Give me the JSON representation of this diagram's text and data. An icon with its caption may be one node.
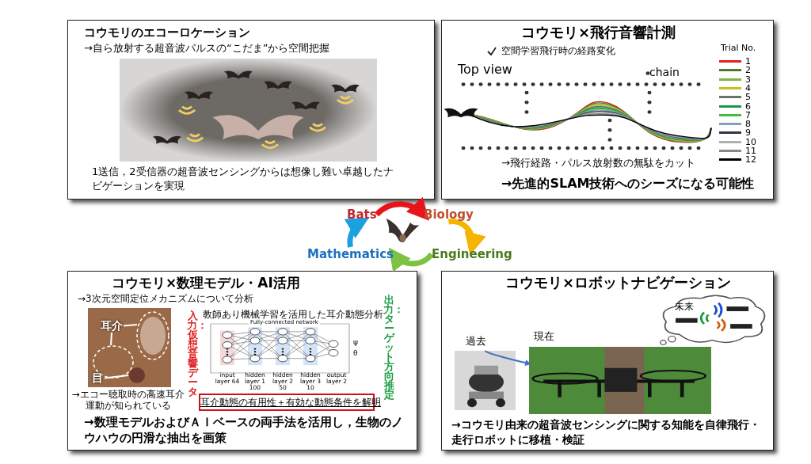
{
  "diagram": {
    "nodes": [
      {
        "text": [
          "コウモリのエコーロケーション",
          "→自ら放射する超音波パルスの“こだま”から空間把握",
          "1送信，2受信器の超音波センシングからは想像し難い卓越したナビゲーションを実現"
        ]
      },
      {
        "text": [
          "コウモリ×飛行音響計測",
          "空間学習飛行時の経路変化",
          "→飛行経路・パルス放射数の無駄をカット",
          "→先進的SLAM技術へのシーズになる可能性"
        ]
      },
      {
        "text": [
          "コウモリ×数理モデル・AI活用",
          "→3次元空間定位メカニズムについて分析",
          "→エコー聴取時の高速耳介運動が知られている",
          "教師あり機械学習を活用した耳介動態分析",
          "入力：仮想音響データ",
          "出力：ターゲット方向推定",
          "→数理モデルおよびＡＩベースの両手法を活用し，生物のノウハウの円滑な抽出を画策"
        ]
      },
      {
        "text": [
          "耳介"
        ],
        "in": 2
      },
      {
        "text": [
          "目"
        ],
        "in": 2
      },
      {
        "text": [
          "耳介動態の有用性＋有効な動態条件を解明"
        ],
        "in": 2
      },
      {
        "text": [
          "コウモリ×ロボットナビゲーション",
          "→コウモリ由来の超音波センシングに関する知能を自律飛行・走行ロボットに移植・検証"
        ]
      },
      {
        "text": [],
        "shape": "picture",
        "in": 6,
        "beside": [
          "過去"
        ]
      },
      {
        "text": [],
        "shape": "picture",
        "in": 6,
        "beside": [
          "現在"
        ]
      },
      {
        "text": [
          "未来"
        ],
        "in": 6
      },
      {
        "text": [
          "Bats"
        ]
      },
      {
        "text": [
          "Biology"
        ]
      },
      {
        "text": [
          "Engineering"
        ]
      },
      {
        "text": [
          "Mathematics"
        ]
      }
    ],
    "edges": [
      {
        "from": 3,
        "to": null,
        "arrow": "none",
        "color": "#ffffff"
      },
      {
        "from": 3,
        "to": null,
        "arrow": "none",
        "color": "#ffffff"
      },
      {
        "from": 4,
        "to": null,
        "arrow": "none",
        "color": "#ffffff"
      },
      {
        "from": 7,
        "to": 8,
        "arrow": "to",
        "color": "#4472c4"
      },
      {
        "from": 10,
        "to": 11,
        "arrow": "to",
        "style": "thick",
        "color": "#e8141c"
      },
      {
        "from": 11,
        "to": 12,
        "arrow": "to",
        "style": "thick",
        "color": "#f5b400"
      },
      {
        "from": 12,
        "to": 13,
        "arrow": "to",
        "style": "thick",
        "color": "#7dc242"
      },
      {
        "from": 13,
        "to": 10,
        "arrow": "to",
        "style": "thick",
        "color": "#1ba1e2"
      }
    ],
    "labels": [
      "Top view",
      "chain",
      "Trial No.",
      "Fully-connected network",
      "input layer 64",
      "hidden layer 1 100",
      "hidden layer 2 50",
      "hidden layer 3 10",
      "output layer 2",
      "ψ",
      "θ"
    ],
    "legend": [
      {
        "text": "1",
        "color": "#e02020"
      },
      {
        "text": "2",
        "color": "#4a7a2a"
      },
      {
        "text": "3",
        "color": "#7ab648"
      },
      {
        "text": "4",
        "color": "#c8c020"
      },
      {
        "text": "5",
        "color": "#707070"
      },
      {
        "text": "6",
        "color": "#1a9a40"
      },
      {
        "text": "7",
        "color": "#40c040"
      },
      {
        "text": "8",
        "color": "#8aa0b8"
      },
      {
        "text": "9",
        "color": "#303848"
      },
      {
        "text": "10",
        "color": "#b0b0b0"
      },
      {
        "text": "11",
        "color": "#888888"
      },
      {
        "text": "12",
        "color": "#000000"
      }
    ]
  }
}
